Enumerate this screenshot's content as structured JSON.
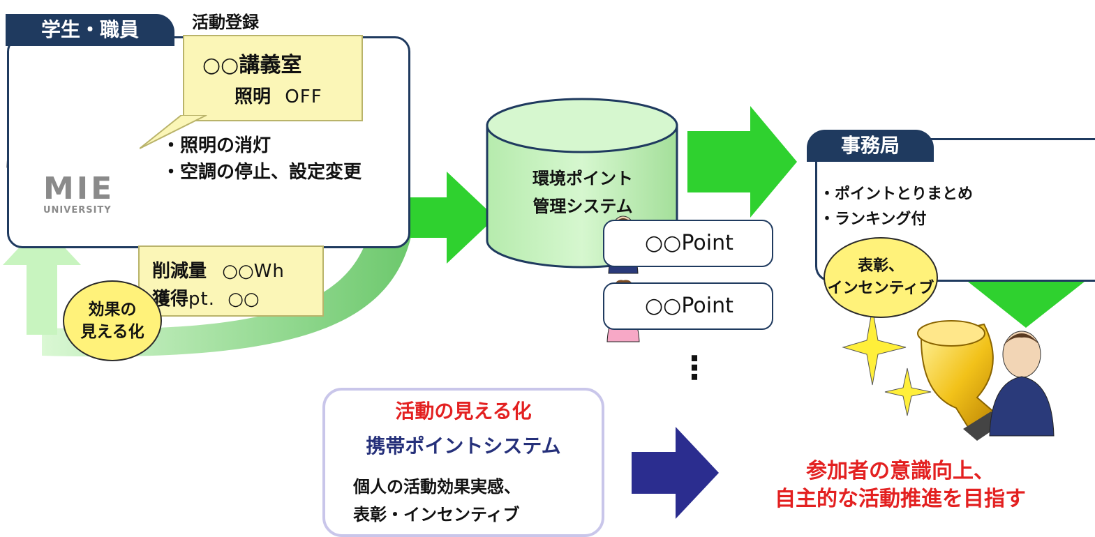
{
  "user_panel": {
    "tab_label": "学生・職員",
    "activity_label": "活動登録",
    "callout_line1": "○○講義室",
    "callout_line2_bold": "照明",
    "callout_line2_rest": "OFF",
    "bullet1": "・照明の消灯",
    "bullet2": "・空調の停止、設定変更",
    "logo_main": "MIE",
    "logo_sub": "UNIVERSITY"
  },
  "feedback_callout": {
    "line1_bold": "削減量",
    "line1_value": "○○",
    "line1_unit": "Wh",
    "line2_bold": "獲得",
    "line2_unit": "pt.",
    "line2_value": "○○"
  },
  "visual_badge": {
    "line1": "効果の",
    "line2": "見える化"
  },
  "database": {
    "line1": "環境ポイント",
    "line2": "管理システム"
  },
  "points": {
    "item1": "○○Point",
    "item2": "○○Point",
    "more": "⋮"
  },
  "office_panel": {
    "tab_label": "事務局",
    "bullet1": "・ポイントとりまとめ",
    "bullet2": "・ランキング付"
  },
  "award_badge": {
    "line1": "表彰、",
    "line2": "インセンティブ"
  },
  "info_box": {
    "title": "活動の見える化",
    "subtitle": "携帯ポイントシステム",
    "body1": "個人の活動効果実感、",
    "body2": "表彰・インセンティブ"
  },
  "goal": {
    "line1": "参加者の意識向上、",
    "line2": "自主的な活動推進を目指す"
  },
  "colors": {
    "navy": "#1f3a5f",
    "green_arrow": "#2fd12f",
    "callout": "#fbf6b7",
    "cylinder": "#c7f2c0",
    "badge": "#fff27a",
    "red_text": "#e32020",
    "navy_arrow": "#2b2d8f"
  }
}
